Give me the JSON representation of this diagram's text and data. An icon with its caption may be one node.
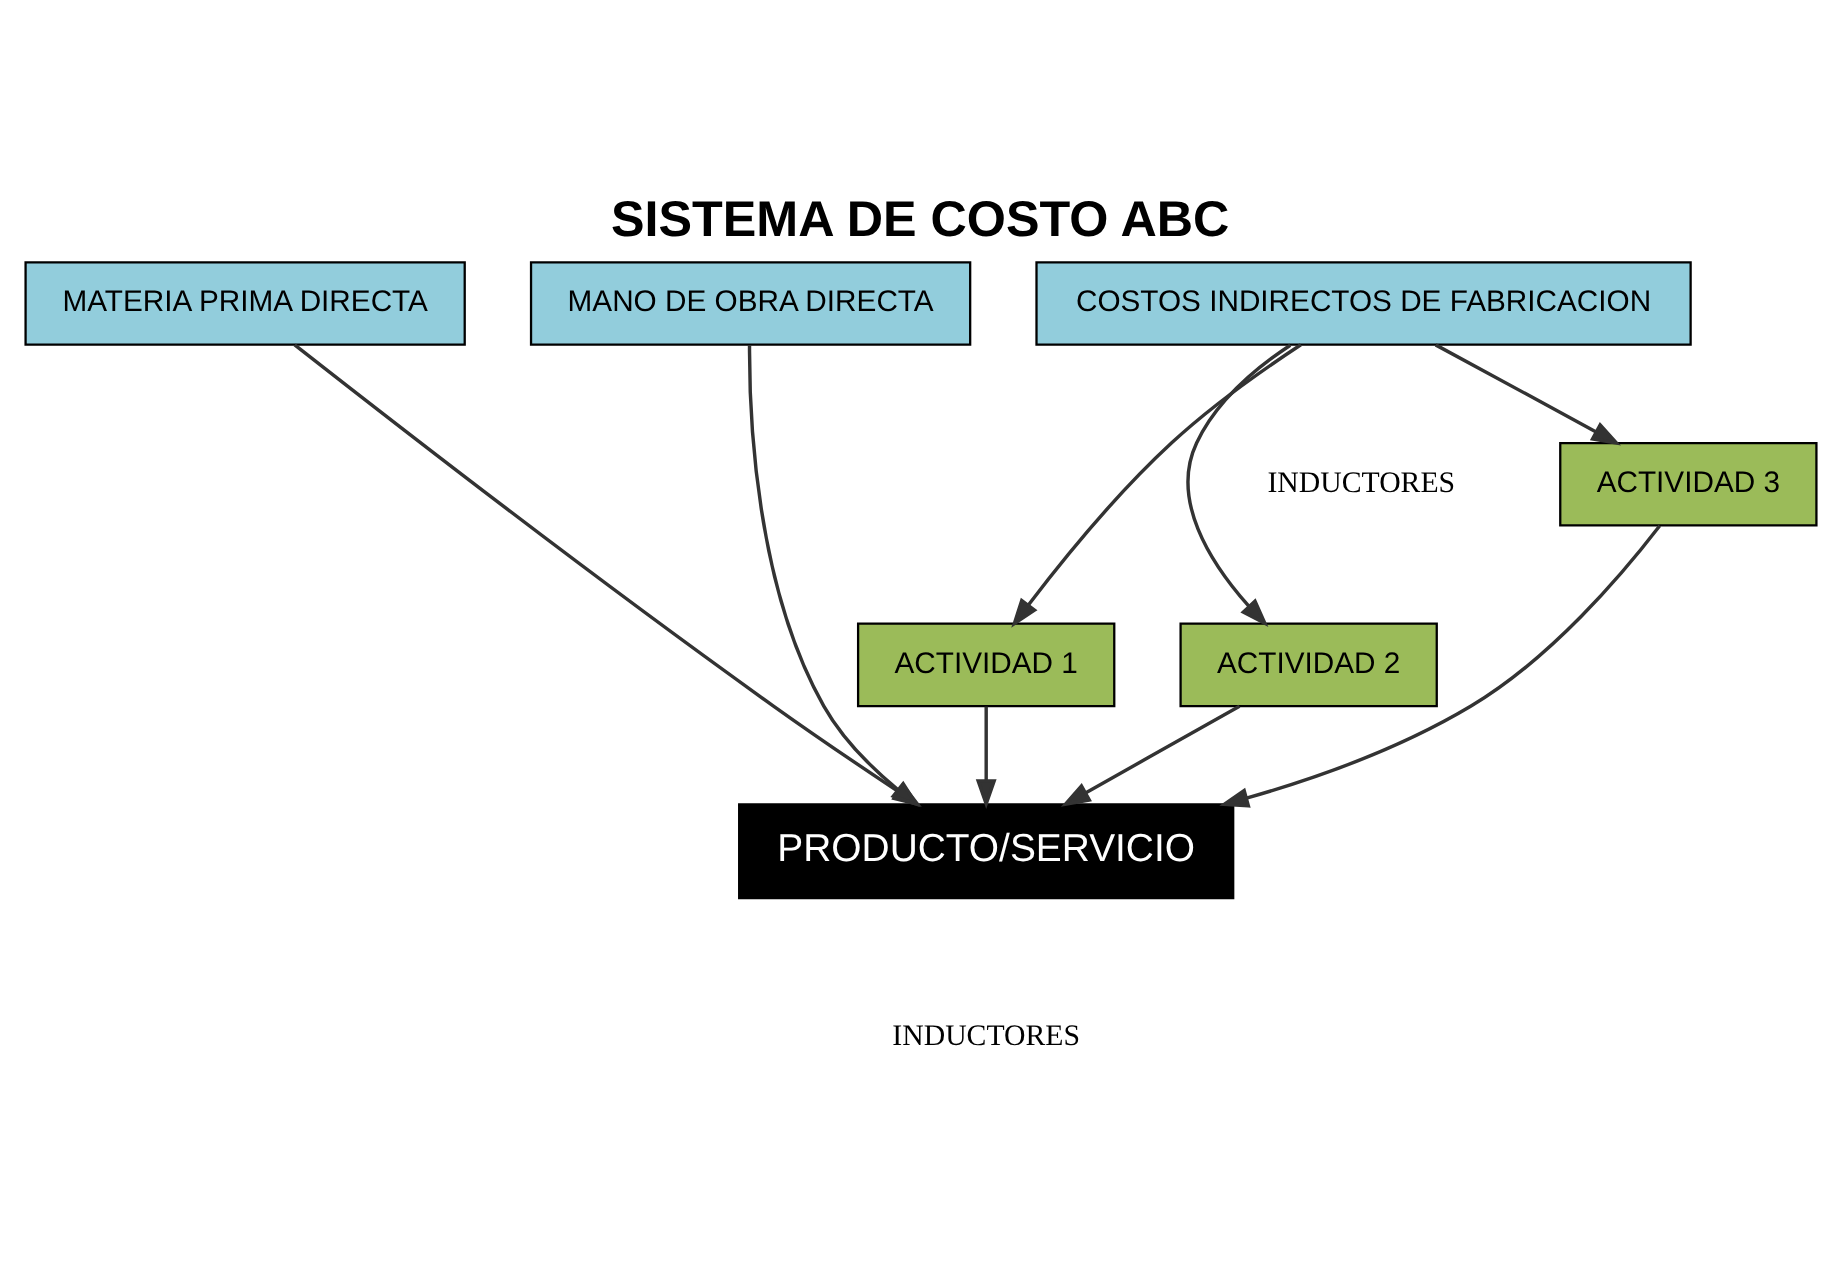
{
  "diagram": {
    "title": "SISTEMA DE COSTO ABC",
    "nodes": [
      {
        "text": [
          "MATERIA PRIMA DIRECTA"
        ]
      },
      {
        "text": [
          "MANO DE OBRA DIRECTA"
        ]
      },
      {
        "text": [
          "COSTOS INDIRECTOS DE FABRICACION"
        ]
      },
      {
        "text": [
          "ACTIVIDAD 1"
        ]
      },
      {
        "text": [
          "ACTIVIDAD 2"
        ]
      },
      {
        "text": [
          "ACTIVIDAD 3"
        ]
      },
      {
        "text": [
          "PRODUCTO/SERVICIO"
        ]
      }
    ],
    "edges": [
      {
        "from": 0,
        "to": 6,
        "arrow": "to"
      },
      {
        "from": 1,
        "to": 6,
        "arrow": "to"
      },
      {
        "from": 2,
        "to": 3,
        "arrow": "to"
      },
      {
        "from": 2,
        "to": 4,
        "arrow": "to"
      },
      {
        "from": 2,
        "to": 5,
        "arrow": "to"
      },
      {
        "from": 3,
        "to": 6,
        "arrow": "to"
      },
      {
        "from": 4,
        "to": 6,
        "arrow": "to"
      },
      {
        "from": 5,
        "to": 6,
        "arrow": "to"
      }
    ],
    "labels": [
      "INDUCTORES",
      "INDUCTORES"
    ]
  }
}
